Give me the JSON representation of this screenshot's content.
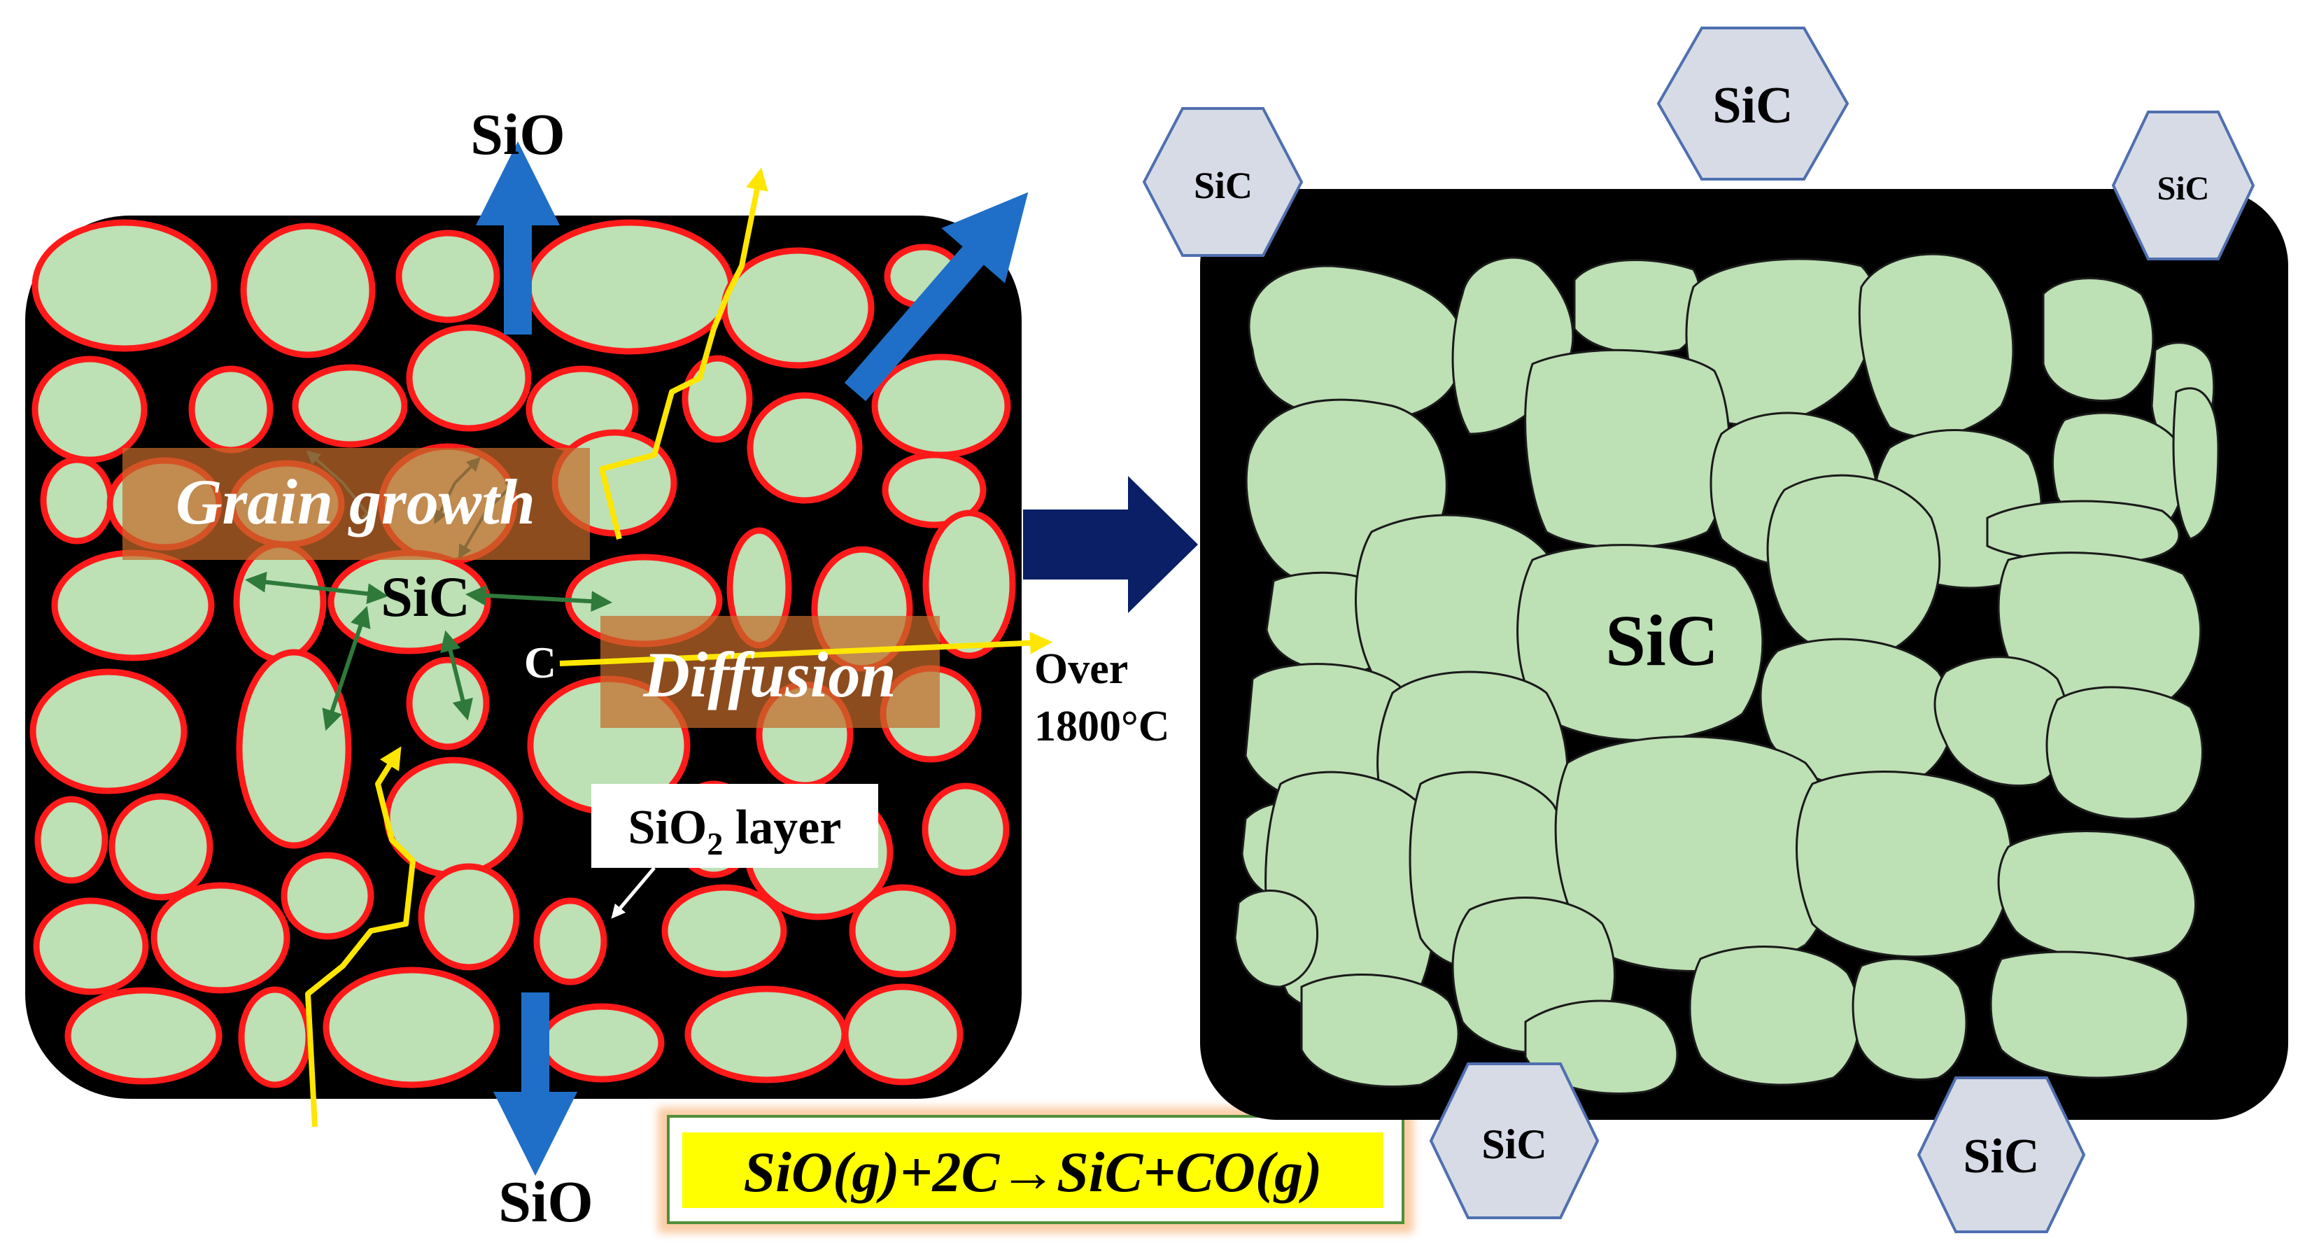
{
  "left_panel": {
    "top_gas_label": "SiO",
    "bottom_gas_label": "SiO",
    "grain_growth_label": "Grain growth",
    "center_label": "SiC",
    "carbon_label": "C",
    "diffusion_label": "Diffusion",
    "layer_label_main": "SiO",
    "layer_label_sub": "2",
    "layer_label_suffix": " layer"
  },
  "transition": {
    "line1": "Over",
    "line2": "1800°C"
  },
  "equation": "SiO(g)+2C→SiC+CO(g)",
  "right_panel": {
    "center_label": "SiC",
    "particles": [
      "SiC",
      "SiC",
      "SiC",
      "SiC",
      "SiC"
    ]
  },
  "colors": {
    "grain_fill": "#bde0b5",
    "grain_outline": "#ff1a1a",
    "matrix": "#000000",
    "gas_arrow": "#1f6fc8",
    "crack": "#ffe600",
    "process_arrow": "#0a1f66",
    "highlight_box": "#c46a2a",
    "hexagon_fill": "#d6dbe6",
    "hexagon_stroke": "#4f6fb0",
    "equation_bg": "#ffff00"
  }
}
